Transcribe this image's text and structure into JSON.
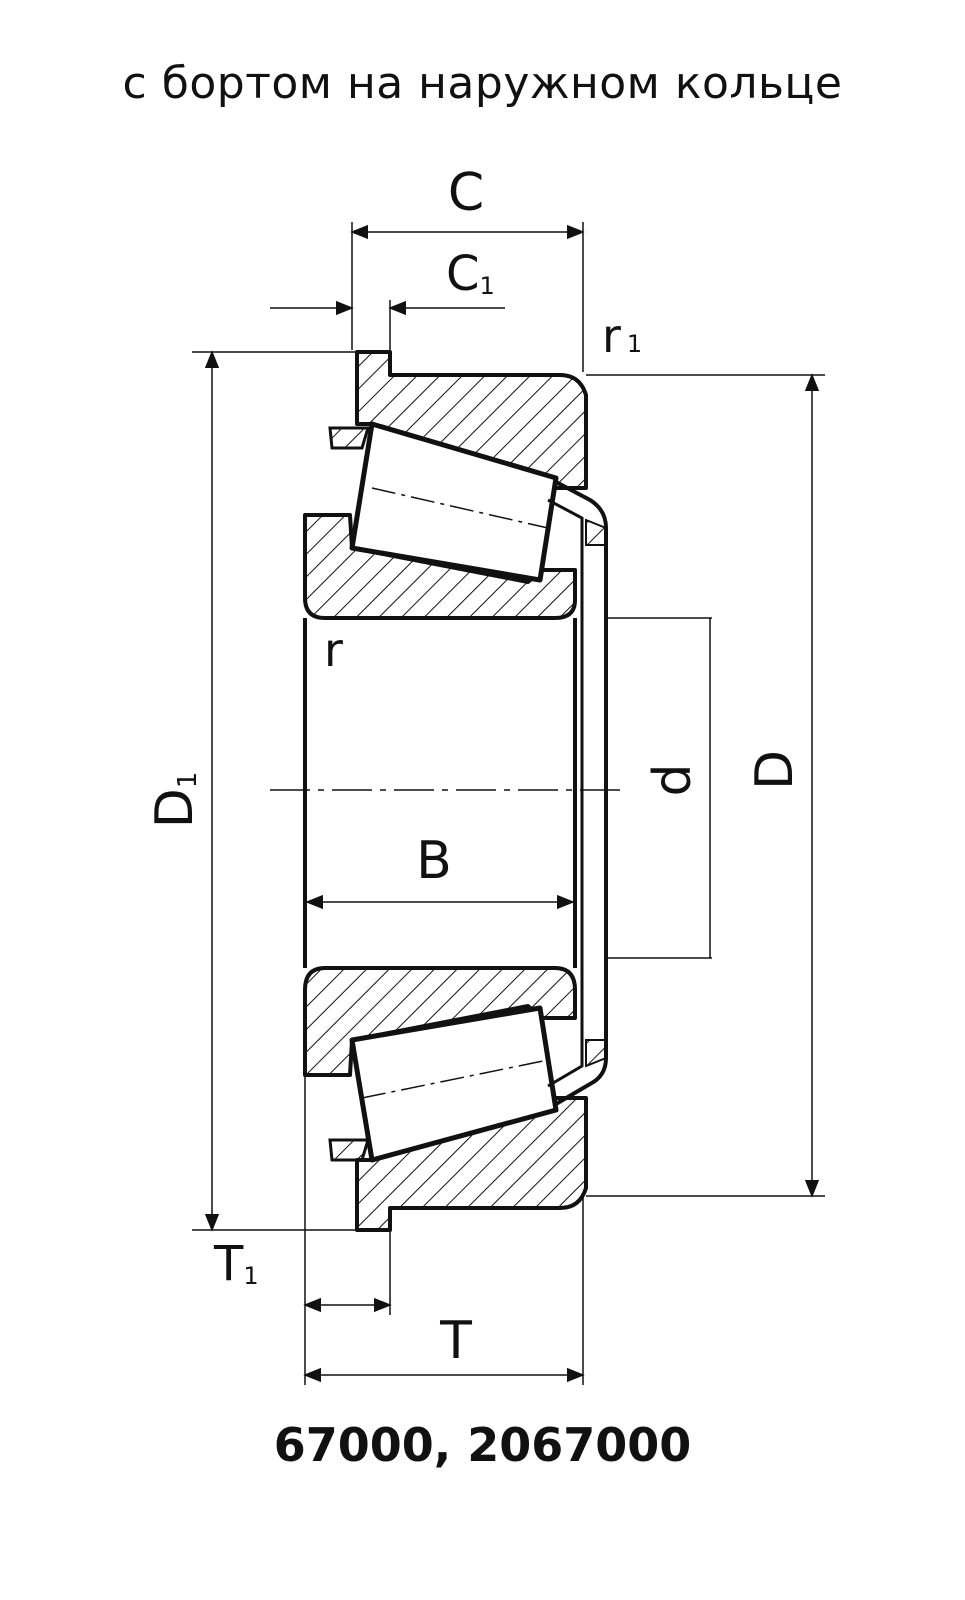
{
  "title": "с бортом на наружном кольце",
  "caption": "67000, 2067000",
  "labels": {
    "C": "C",
    "C1_main": "C",
    "C1_sub": "1",
    "r1_main": "r",
    "r1_sub": "1",
    "r": "r",
    "D1_main": "D",
    "D1_sub": "1",
    "d": "d",
    "D": "D",
    "B": "B",
    "T1_main": "T",
    "T1_sub": "1",
    "T": "T"
  },
  "colors": {
    "ink": "#111111",
    "paper": "#ffffff"
  }
}
